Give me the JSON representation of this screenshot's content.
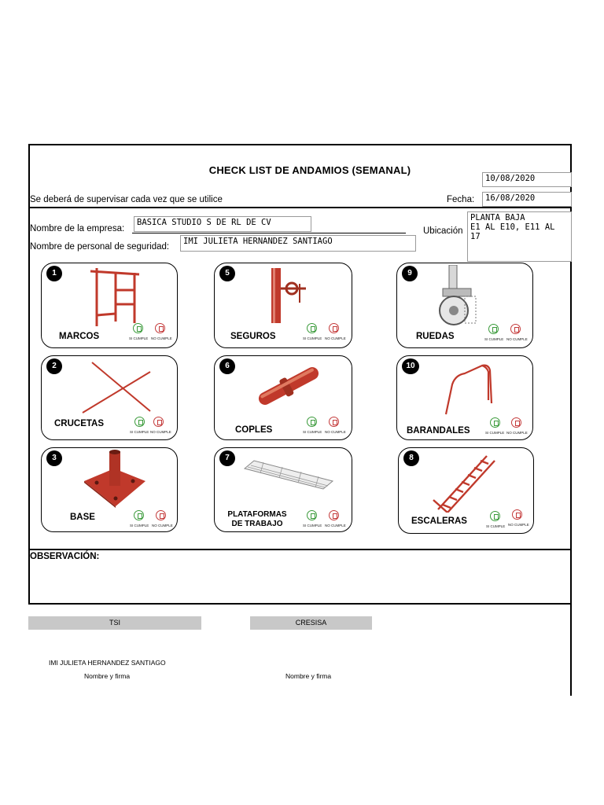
{
  "header": {
    "title": "CHECK LIST DE ANDAMIOS (SEMANAL)",
    "date_1": "10/08/2020",
    "instruction": "Se deberá de supervisar cada vez que se utilice",
    "fecha_label": "Fecha:",
    "date_2": "16/08/2020",
    "empresa_label": "Nombre de la empresa:",
    "empresa_value": "BASICA STUDIO S DE RL DE CV",
    "personal_label": "Nombre  de personal de seguridad:",
    "personal_value": "IMI JULIETA HERNANDEZ SANTIAGO",
    "ubicacion_label": "Ubicación",
    "ubicacion_line1": "PLANTA BAJA",
    "ubicacion_line2": "E1 AL E10, E11 AL 17"
  },
  "check_labels": {
    "si": "SI CUMPLE",
    "no": "NO CUMPLE"
  },
  "items": [
    {
      "number": "1",
      "label": "MARCOS"
    },
    {
      "number": "5",
      "label": "SEGUROS"
    },
    {
      "number": "9",
      "label": "RUEDAS"
    },
    {
      "number": "2",
      "label": "CRUCETAS"
    },
    {
      "number": "6",
      "label": "COPLES"
    },
    {
      "number": "10",
      "label": "BARANDALES"
    },
    {
      "number": "3",
      "label": "BASE"
    },
    {
      "number": "7",
      "label": "PLATAFORMAS DE TRABAJO"
    },
    {
      "number": "8",
      "label": "ESCALERAS"
    }
  ],
  "observacion_label": "OBSERVACIÓN:",
  "signatures": {
    "left_bar": "TSI",
    "right_bar": "CRESISA",
    "left_name": "IMI JULIETA HERNANDEZ SANTIAGO",
    "left_caption": "Nombre y firma",
    "right_caption": "Nombre y firma"
  },
  "colors": {
    "equipment": "#c0392b",
    "si": "#3a9a3a",
    "no": "#c43a3a"
  }
}
